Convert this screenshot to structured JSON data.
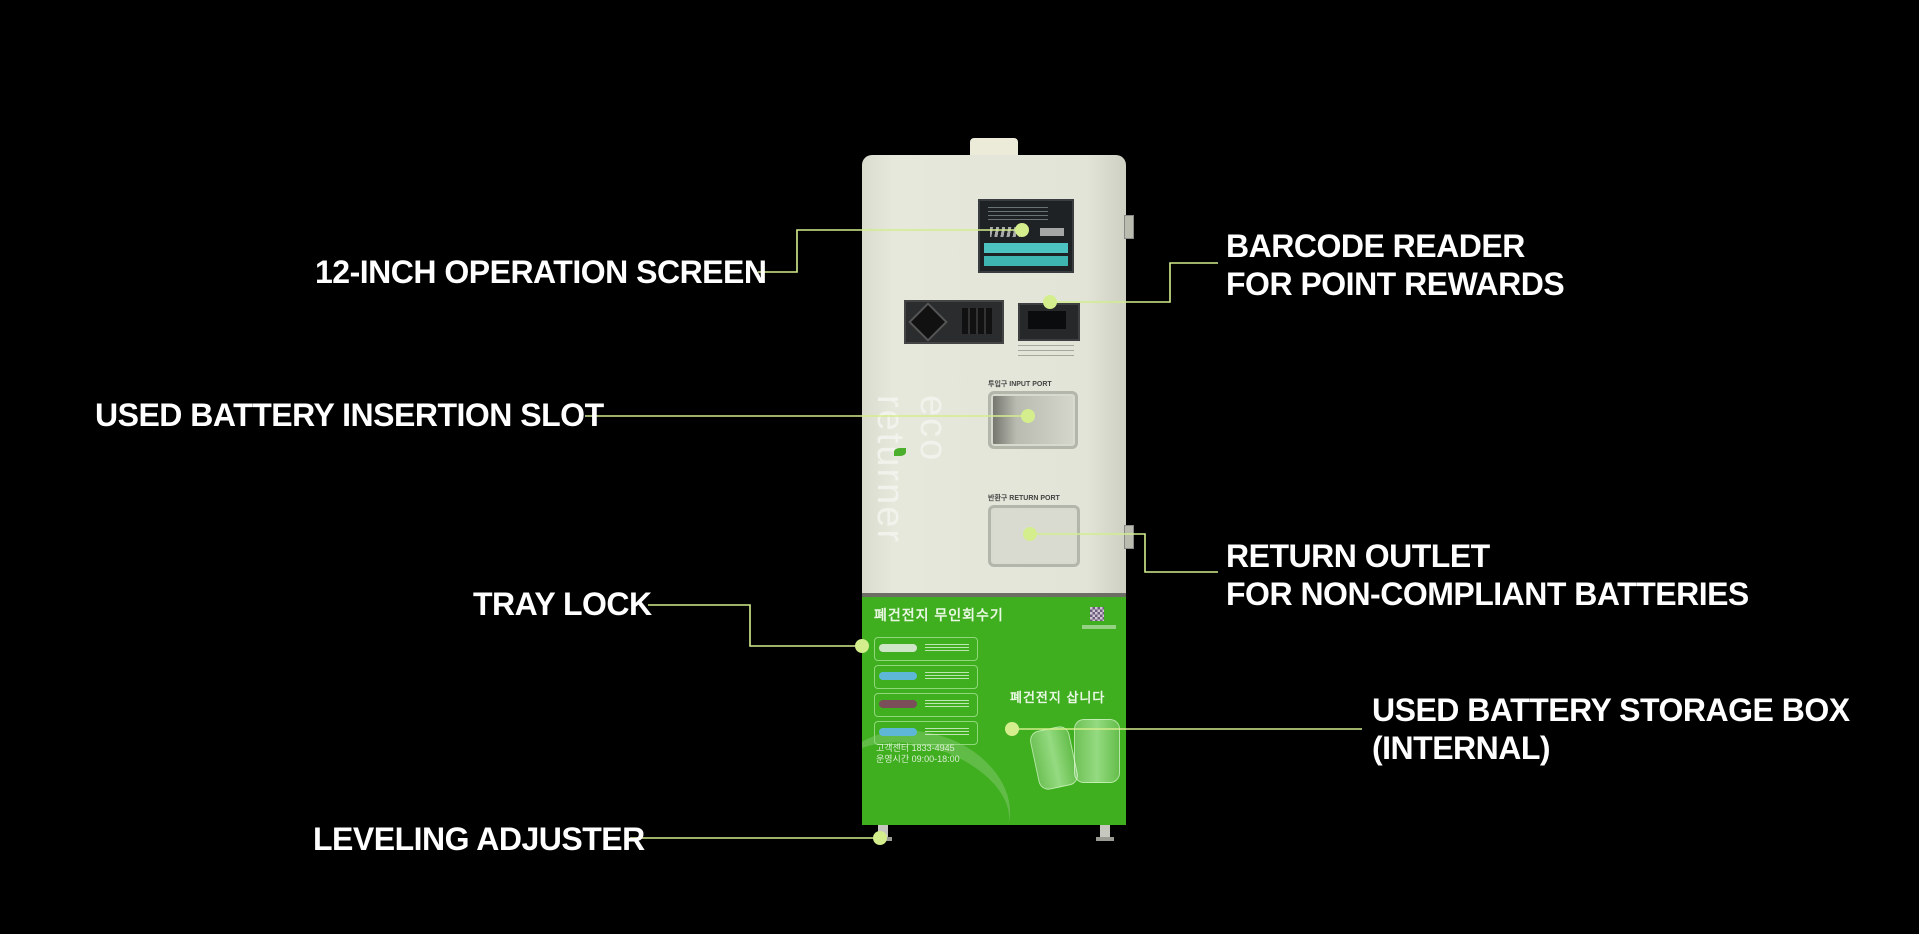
{
  "accent_color": "#d4ee8e",
  "machine": {
    "brand_vertical": "eco returner",
    "panel_title_ko": "폐건전지 무인회수기",
    "panel_slogan_ko": "폐건전지 삽니다",
    "contact_line1": "고객센터 1833-4945",
    "contact_line2": "운영시간 09:00-18:00",
    "insert_caption": "투입구 INPUT PORT",
    "return_caption": "반환구 RETURN PORT",
    "panel_color": "#3fae1f",
    "body_color": "#e2e4d7"
  },
  "callouts": [
    {
      "id": "operation-screen",
      "lines": [
        "12-INCH OPERATION SCREEN"
      ]
    },
    {
      "id": "battery-insertion-slot",
      "lines": [
        "USED BATTERY INSERTION SLOT"
      ]
    },
    {
      "id": "tray-lock",
      "lines": [
        "TRAY LOCK"
      ]
    },
    {
      "id": "leveling-adjuster",
      "lines": [
        "LEVELING ADJUSTER"
      ]
    },
    {
      "id": "barcode-reader",
      "lines": [
        "BARCODE READER",
        "FOR POINT REWARDS"
      ]
    },
    {
      "id": "return-outlet",
      "lines": [
        "RETURN OUTLET",
        "FOR NON-COMPLIANT BATTERIES"
      ]
    },
    {
      "id": "storage-box",
      "lines": [
        "USED BATTERY STORAGE BOX",
        "(INTERNAL)"
      ]
    }
  ]
}
